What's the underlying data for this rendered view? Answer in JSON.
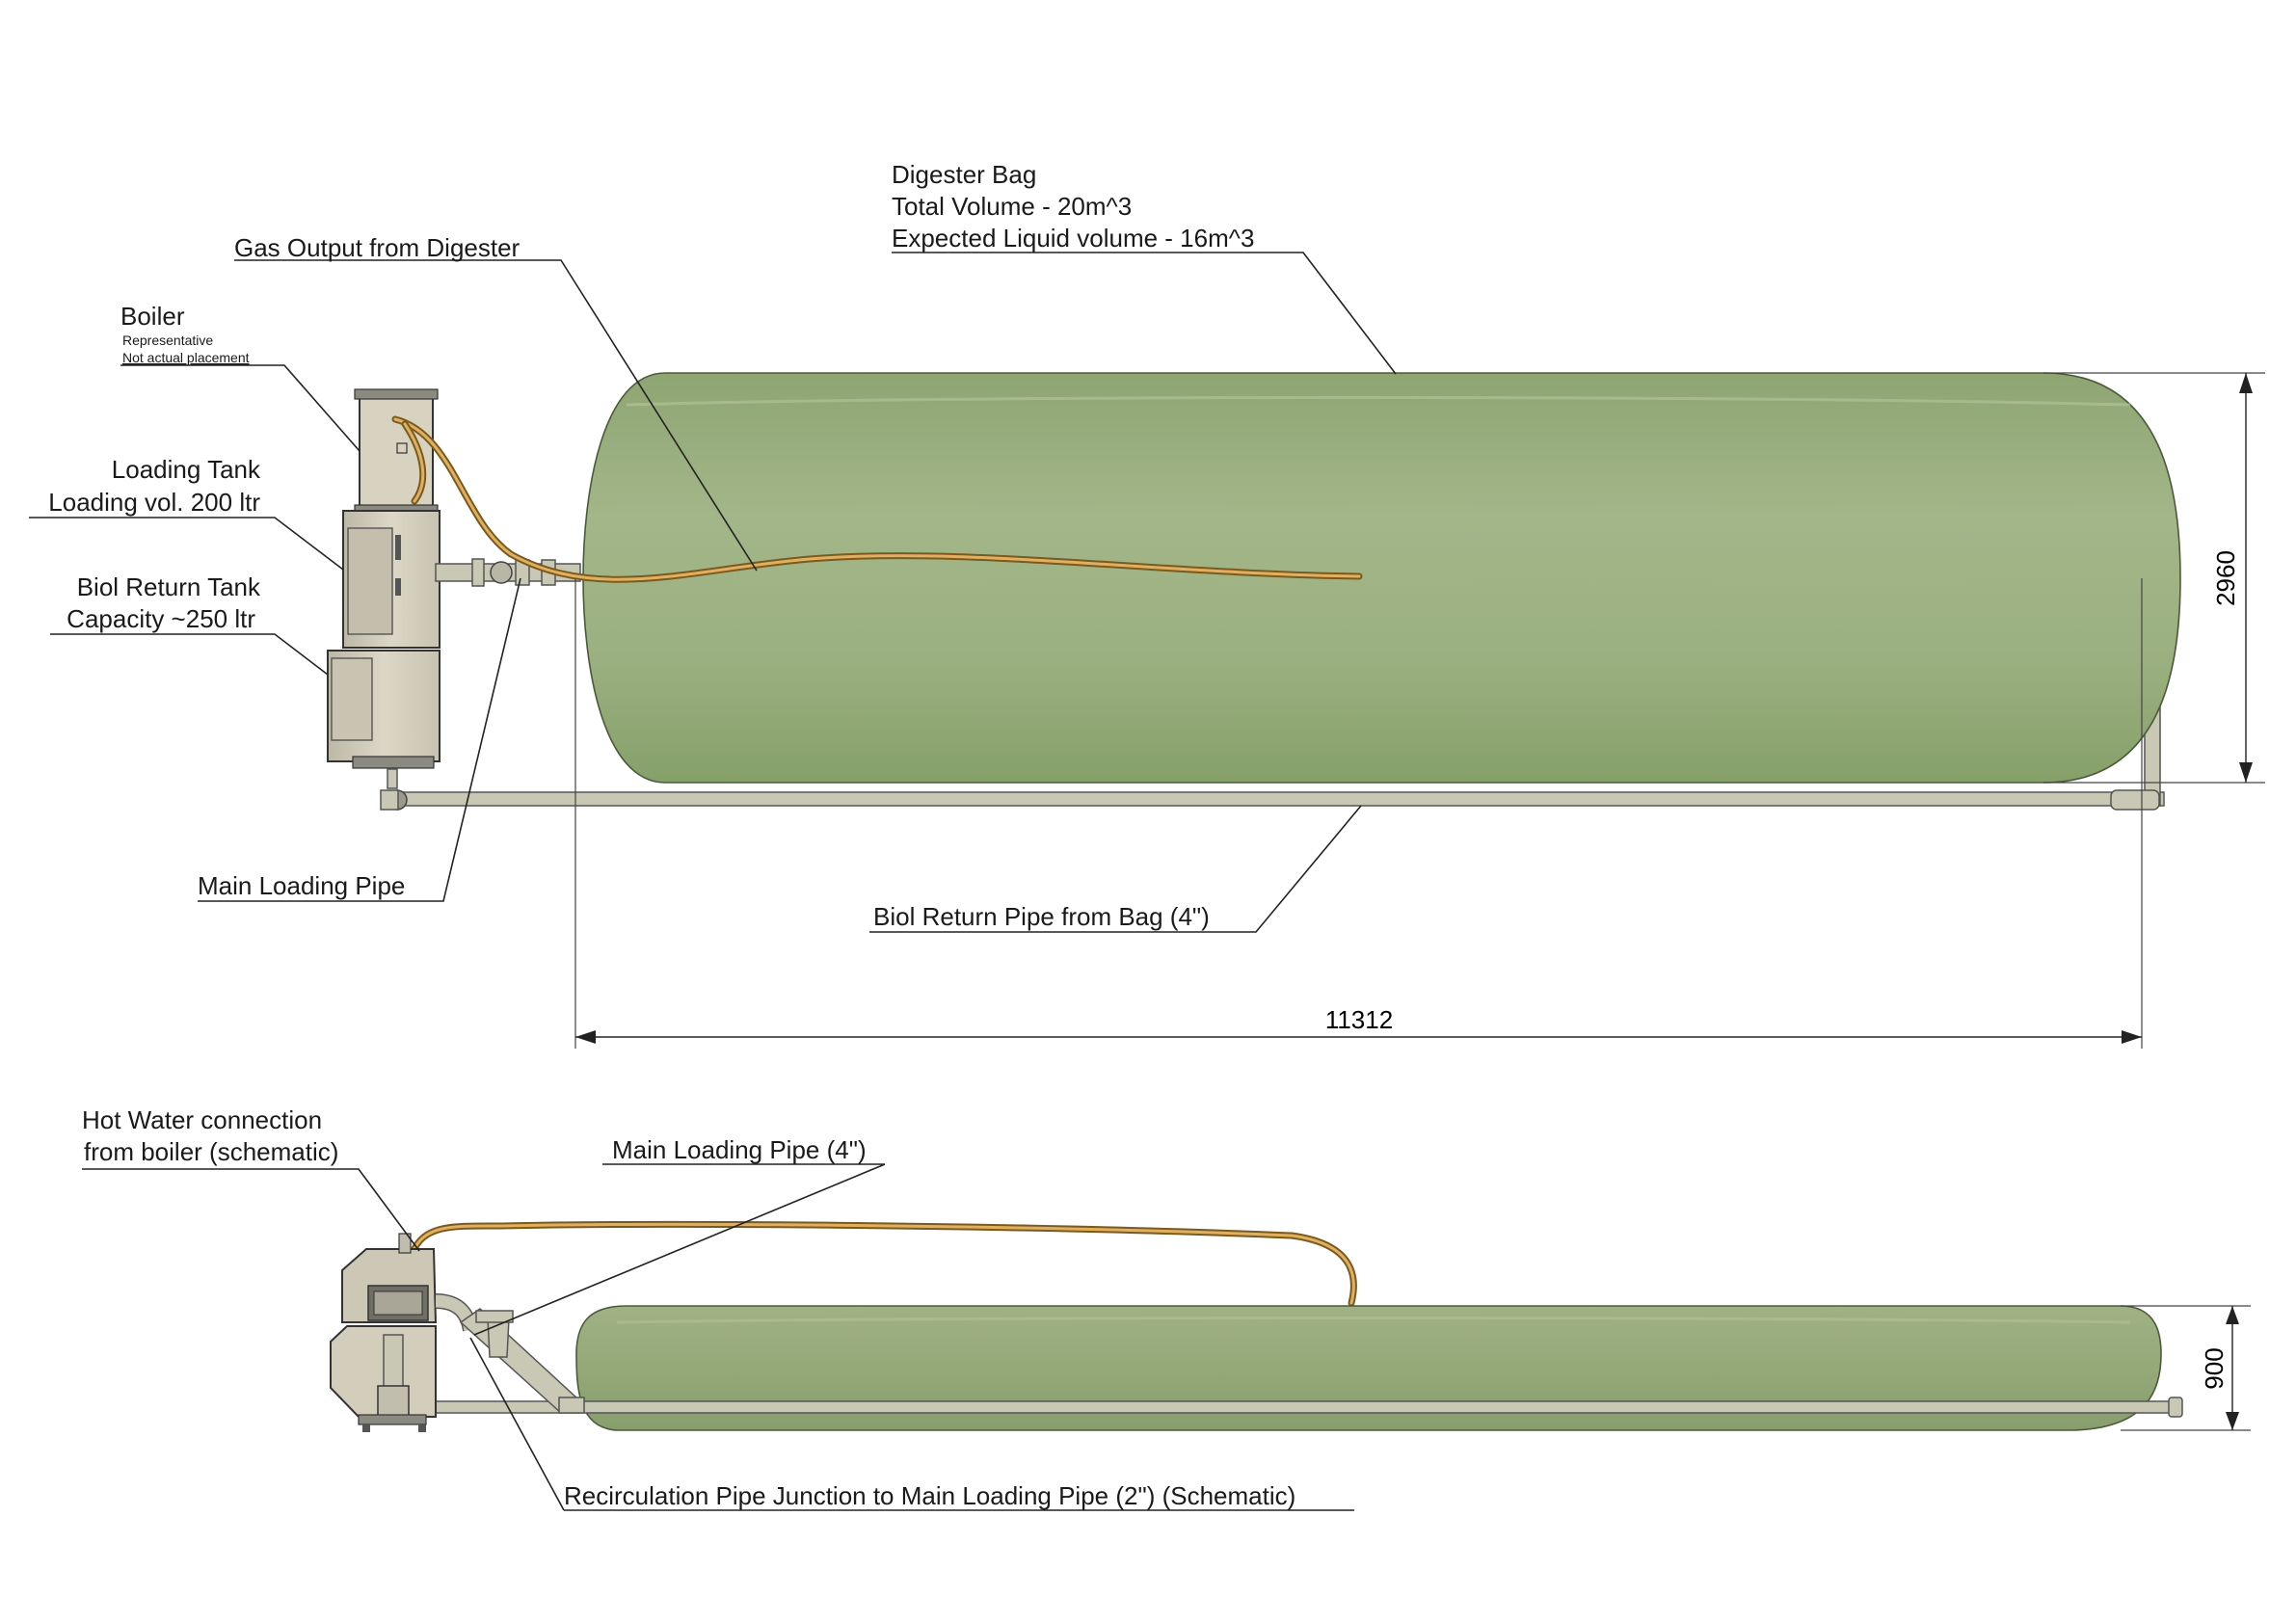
{
  "labels": {
    "digester_bag": "Digester Bag",
    "total_volume": "Total Volume - 20m^3",
    "expected_liquid": "Expected Liquid volume - 16m^3",
    "gas_output": "Gas Output from Digester",
    "boiler": "Boiler",
    "boiler_note1": "Representative",
    "boiler_note2": "Not actual placement",
    "loading_tank": "Loading Tank",
    "loading_vol": "Loading vol. 200 ltr",
    "biol_return_tank": "Biol Return Tank",
    "biol_capacity": "Capacity ~250 ltr",
    "main_loading_pipe": "Main Loading Pipe",
    "biol_return_pipe": "Biol Return Pipe from Bag (4\")",
    "hot_water_1": "Hot Water connection",
    "hot_water_2": "from boiler (schematic)",
    "main_loading_pipe_4": "Main Loading Pipe (4\")",
    "recirculation": "Recirculation Pipe Junction to Main Loading Pipe (2\") (Schematic)"
  },
  "dimensions": {
    "height_top": "2960",
    "length": "11312",
    "height_side": "900"
  },
  "colors": {
    "bag_green": "#9aae7e",
    "bag_green_dark": "#8aa06d",
    "tank_beige": "#d9d4c2",
    "hose": "#c89a4a"
  }
}
